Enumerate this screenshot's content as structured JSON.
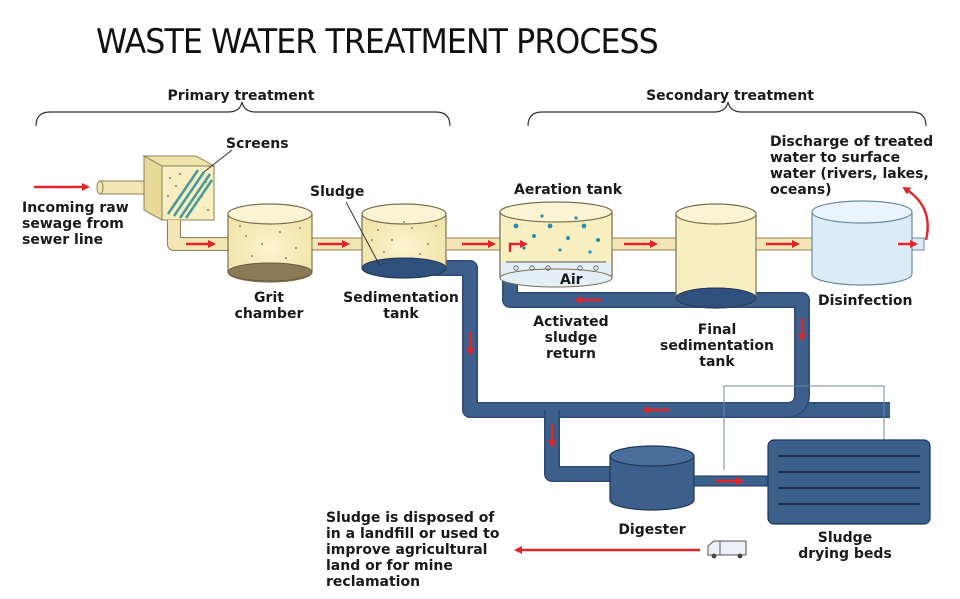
{
  "title": "WASTE WATER TREATMENT PROCESS",
  "stages": {
    "primary": "Primary treatment",
    "secondary": "Secondary treatment"
  },
  "labels": {
    "incoming": "Incoming raw\nsewage from\nsewer line",
    "screens": "Screens",
    "sludge": "Sludge",
    "grit": "Grit\nchamber",
    "sedimentation": "Sedimentation\ntank",
    "aeration": "Aeration tank",
    "air": "Air",
    "final": "Final\nsedimentation\ntank",
    "activated": "Activated\nsludge\nreturn",
    "discharge": "Discharge of treated\nwater to surface\nwater (rivers, lakes,\noceans)",
    "disinfection": "Disinfection",
    "digester": "Digester",
    "drying": "Sludge\ndrying beds",
    "disposal": "Sludge is disposed of\nin a landfill or used to\nimprove agricultural\nland or for mine\nreclamation"
  },
  "colors": {
    "tank_fill": "#f7efc0",
    "tank_stroke": "#7a7050",
    "sludge_pipe": "#3d5f8c",
    "water_pipe": "#f3e6b4",
    "arrow": "#e0242a",
    "disinfection_fill": "#dcecf6"
  }
}
